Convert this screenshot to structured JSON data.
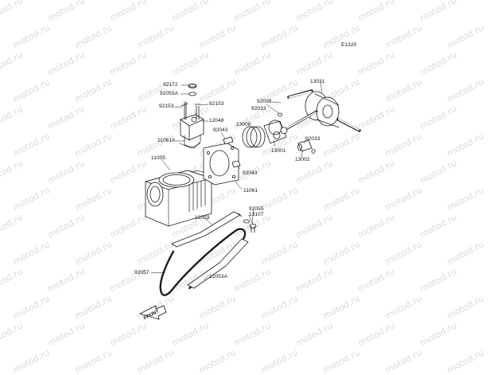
{
  "watermark": {
    "text": "motod.ru",
    "color": "#d9d9d9"
  },
  "diagram_code": "E1320",
  "front_label": "FRONT",
  "parts": [
    {
      "key": "p92172",
      "text": "92172"
    },
    {
      "key": "p92055a",
      "text": "92055A"
    },
    {
      "key": "p92153l",
      "text": "92153"
    },
    {
      "key": "p92153r",
      "text": "92153"
    },
    {
      "key": "p12048",
      "text": "12048"
    },
    {
      "key": "p11061a",
      "text": "11061A"
    },
    {
      "key": "p92043a",
      "text": "92043"
    },
    {
      "key": "p11005",
      "text": "11005"
    },
    {
      "key": "p92043b",
      "text": "92043"
    },
    {
      "key": "p11061",
      "text": "11061"
    },
    {
      "key": "p13008",
      "text": "13008"
    },
    {
      "key": "p92033a",
      "text": "92033"
    },
    {
      "key": "p92038",
      "text": "92038"
    },
    {
      "key": "p13031",
      "text": "13031"
    },
    {
      "key": "p13001",
      "text": "13001"
    },
    {
      "key": "p92033b",
      "text": "92033"
    },
    {
      "key": "p13002",
      "text": "13002"
    },
    {
      "key": "p92055",
      "text": "92055"
    },
    {
      "key": "p13107",
      "text": "13107"
    },
    {
      "key": "p12053",
      "text": "12053"
    },
    {
      "key": "p92057",
      "text": "92057"
    },
    {
      "key": "p12053a",
      "text": "12053A"
    }
  ]
}
